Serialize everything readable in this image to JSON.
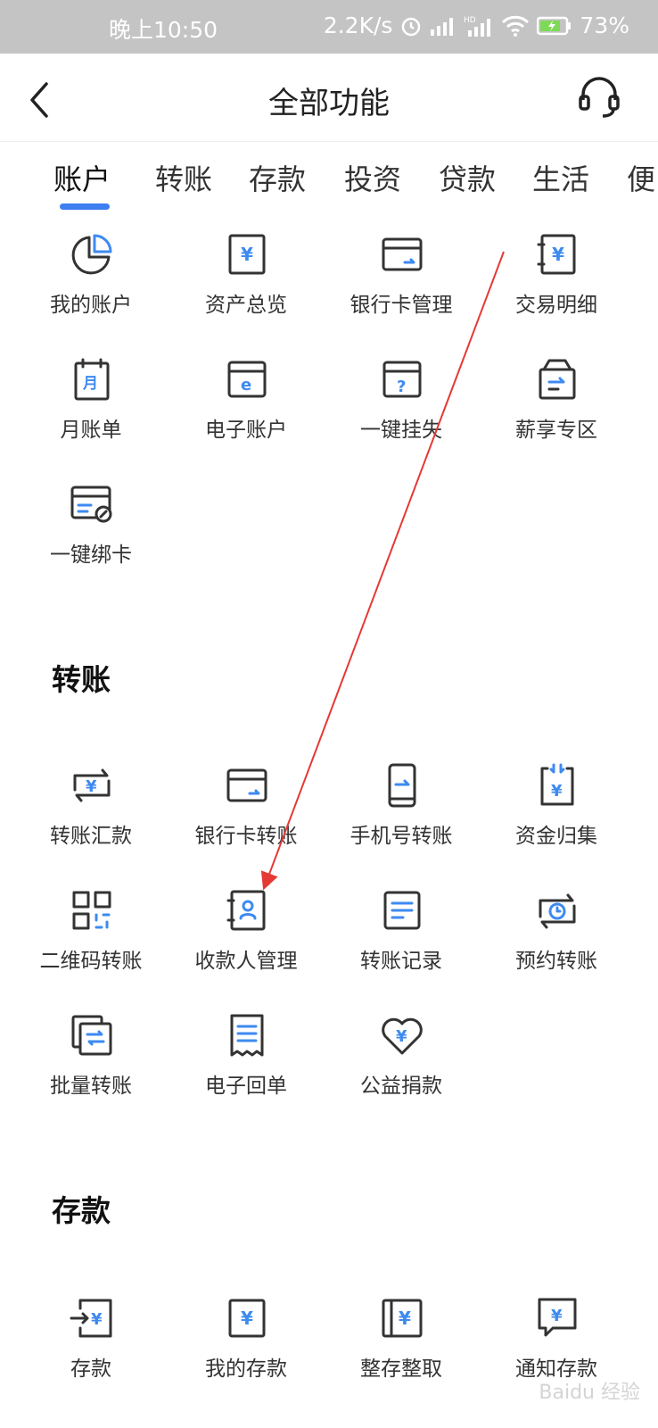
{
  "status_bar": {
    "time": "晚上10:50",
    "speed": "2.2K/s",
    "network": "HD",
    "battery": "73%"
  },
  "header": {
    "title": "全部功能",
    "back_icon": "chevron-left-icon",
    "service_icon": "headset-icon"
  },
  "tabs": [
    {
      "label": "账户",
      "active": true
    },
    {
      "label": "转账"
    },
    {
      "label": "存款"
    },
    {
      "label": "投资"
    },
    {
      "label": "贷款"
    },
    {
      "label": "生活"
    },
    {
      "label": "便"
    }
  ],
  "sections": {
    "account": {
      "items": [
        {
          "label": "我的账户",
          "icon": "pie-chart-icon"
        },
        {
          "label": "资产总览",
          "icon": "yuan-document-icon"
        },
        {
          "label": "银行卡管理",
          "icon": "bank-card-icon"
        },
        {
          "label": "交易明细",
          "icon": "transaction-book-icon"
        },
        {
          "label": "月账单",
          "icon": "calendar-icon"
        },
        {
          "label": "电子账户",
          "icon": "e-card-icon"
        },
        {
          "label": "一键挂失",
          "icon": "report-loss-icon"
        },
        {
          "label": "薪享专区",
          "icon": "salary-box-icon"
        },
        {
          "label": "一键绑卡",
          "icon": "bind-card-icon"
        }
      ]
    },
    "transfer": {
      "title": "转账",
      "items": [
        {
          "label": "转账汇款",
          "icon": "transfer-yuan-icon"
        },
        {
          "label": "银行卡转账",
          "icon": "card-transfer-icon"
        },
        {
          "label": "手机号转账",
          "icon": "phone-transfer-icon"
        },
        {
          "label": "资金归集",
          "icon": "fund-collect-icon"
        },
        {
          "label": "二维码转账",
          "icon": "qr-code-icon"
        },
        {
          "label": "收款人管理",
          "icon": "payee-book-icon"
        },
        {
          "label": "转账记录",
          "icon": "record-list-icon"
        },
        {
          "label": "预约转账",
          "icon": "scheduled-transfer-icon"
        },
        {
          "label": "批量转账",
          "icon": "batch-transfer-icon"
        },
        {
          "label": "电子回单",
          "icon": "receipt-icon"
        },
        {
          "label": "公益捐款",
          "icon": "heart-donation-icon"
        }
      ]
    },
    "deposit": {
      "title": "存款",
      "items": [
        {
          "label": "存款",
          "icon": "deposit-in-icon"
        },
        {
          "label": "我的存款",
          "icon": "my-deposit-icon"
        },
        {
          "label": "整存整取",
          "icon": "fixed-deposit-icon"
        },
        {
          "label": "通知存款",
          "icon": "notice-deposit-icon"
        }
      ]
    }
  },
  "annotation": {
    "type": "red-arrow",
    "target": "收款人管理"
  },
  "watermark": "Baidu 经验",
  "colors": {
    "accent": "#3d7ef0",
    "icon_blue": "#3d8af0",
    "arrow": "#e53935",
    "status_bar": "#c4c4c4"
  }
}
